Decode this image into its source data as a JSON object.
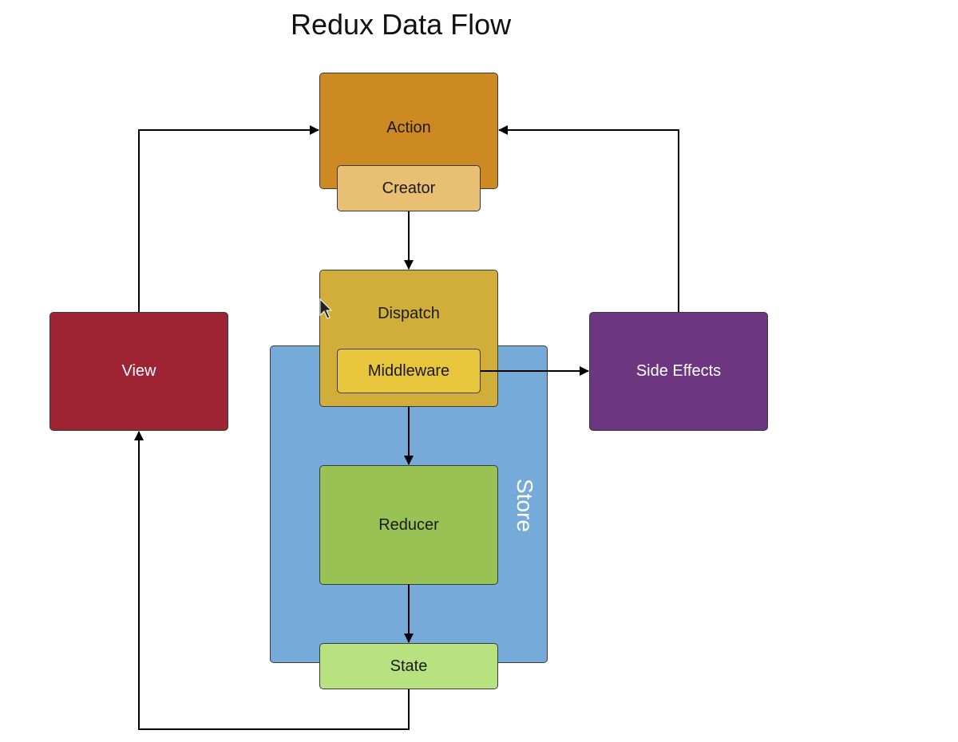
{
  "diagram": {
    "title": "Redux Data Flow",
    "nodes": {
      "action": {
        "label": "Action",
        "color": "#cd8a22"
      },
      "creator": {
        "label": "Creator",
        "color": "#e8bf73"
      },
      "dispatch": {
        "label": "Dispatch",
        "color": "#d1ae39"
      },
      "middleware": {
        "label": "Middleware",
        "color": "#e7c63b"
      },
      "store": {
        "label": "Store",
        "color": "#76aad9"
      },
      "reducer": {
        "label": "Reducer",
        "color": "#98c354"
      },
      "state": {
        "label": "State",
        "color": "#b8e17f"
      },
      "view": {
        "label": "View",
        "color": "#9e2433"
      },
      "side_effects": {
        "label": "Side Effects",
        "color": "#6c3680"
      }
    },
    "edges": [
      {
        "from": "Creator",
        "to": "Dispatch"
      },
      {
        "from": "Dispatch",
        "to": "Reducer"
      },
      {
        "from": "Reducer",
        "to": "State"
      },
      {
        "from": "State",
        "to": "View"
      },
      {
        "from": "View",
        "to": "Action"
      },
      {
        "from": "Middleware",
        "to": "Side Effects"
      },
      {
        "from": "Side Effects",
        "to": "Action"
      }
    ]
  }
}
